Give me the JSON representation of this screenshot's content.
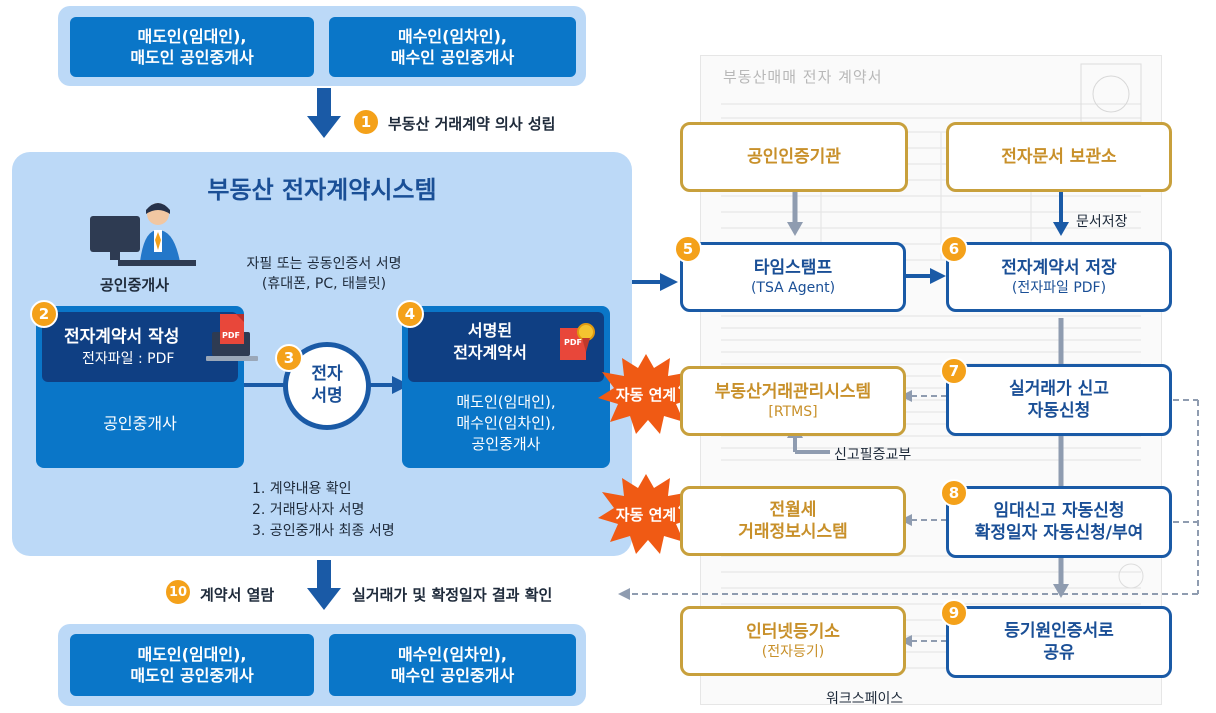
{
  "top_parties": {
    "left": "매도인(임대인),\n매도인 공인중개사",
    "right": "매수인(임차인),\n매수인 공인중개사"
  },
  "bottom_parties": {
    "left": "매도인(임대인),\n매도인 공인중개사",
    "right": "매수인(임차인),\n매수인 공인중개사"
  },
  "step1": {
    "num": "1",
    "label": "부동산 거래계약 의사 성립"
  },
  "system": {
    "title": "부동산 전자계약시스템",
    "agent_label": "공인중개사",
    "sign_method": "자필 또는 공동인증서 서명\n(휴대폰, PC, 태블릿)",
    "step2": {
      "num": "2",
      "title": "전자계약서 작성",
      "sub": "전자파일 : PDF",
      "body": "공인중개사"
    },
    "step3": {
      "num": "3",
      "label": "전자\n서명"
    },
    "step4": {
      "num": "4",
      "title": "서명된\n전자계약서",
      "body": "매도인(임대인),\n매수인(임차인),\n공인중개사"
    },
    "checklist": [
      "1. 계약내용 확인",
      "2. 거래당사자 서명",
      "3. 공인중개사 최종 서명"
    ],
    "pdf_label": "PDF"
  },
  "step10": {
    "num": "10",
    "label": "계약서 열람",
    "result": "실거래가 및 확정일자 결과 확인"
  },
  "background_doc": {
    "title": "부동산매매 전자 계약서"
  },
  "right": {
    "cert_authority": "공인인증기관",
    "doc_storage": "전자문서 보관소",
    "doc_save_label": "문서저장",
    "step5": {
      "num": "5",
      "title": "타임스탬프",
      "sub": "(TSA Agent)"
    },
    "step6": {
      "num": "6",
      "title": "전자계약서 저장",
      "sub": "(전자파일 PDF)"
    },
    "auto_link_1": "자동 연계",
    "auto_link_2": "자동 연계",
    "rtms": {
      "title": "부동산거래관리시스템",
      "sub": "[RTMS]"
    },
    "report_cert_label": "신고필증교부",
    "step7": {
      "num": "7",
      "title": "실거래가 신고\n자동신청"
    },
    "lease_system": {
      "title": "전월세\n거래정보시스템"
    },
    "step8": {
      "num": "8",
      "title": "임대신고 자동신청\n확정일자 자동신청/부여"
    },
    "registry": {
      "title": "인터넷등기소",
      "sub": "(전자등기)"
    },
    "workspace_label": "워크스페이스",
    "step9": {
      "num": "9",
      "title": "등기원인증서로\n공유"
    }
  },
  "colors": {
    "navy": "#1a5aa6",
    "gold": "#c8a03c",
    "orange": "#f4a11a",
    "party_blue": "#0a76c8",
    "panel": "#bcd9f7",
    "burst": "#f05a14"
  }
}
